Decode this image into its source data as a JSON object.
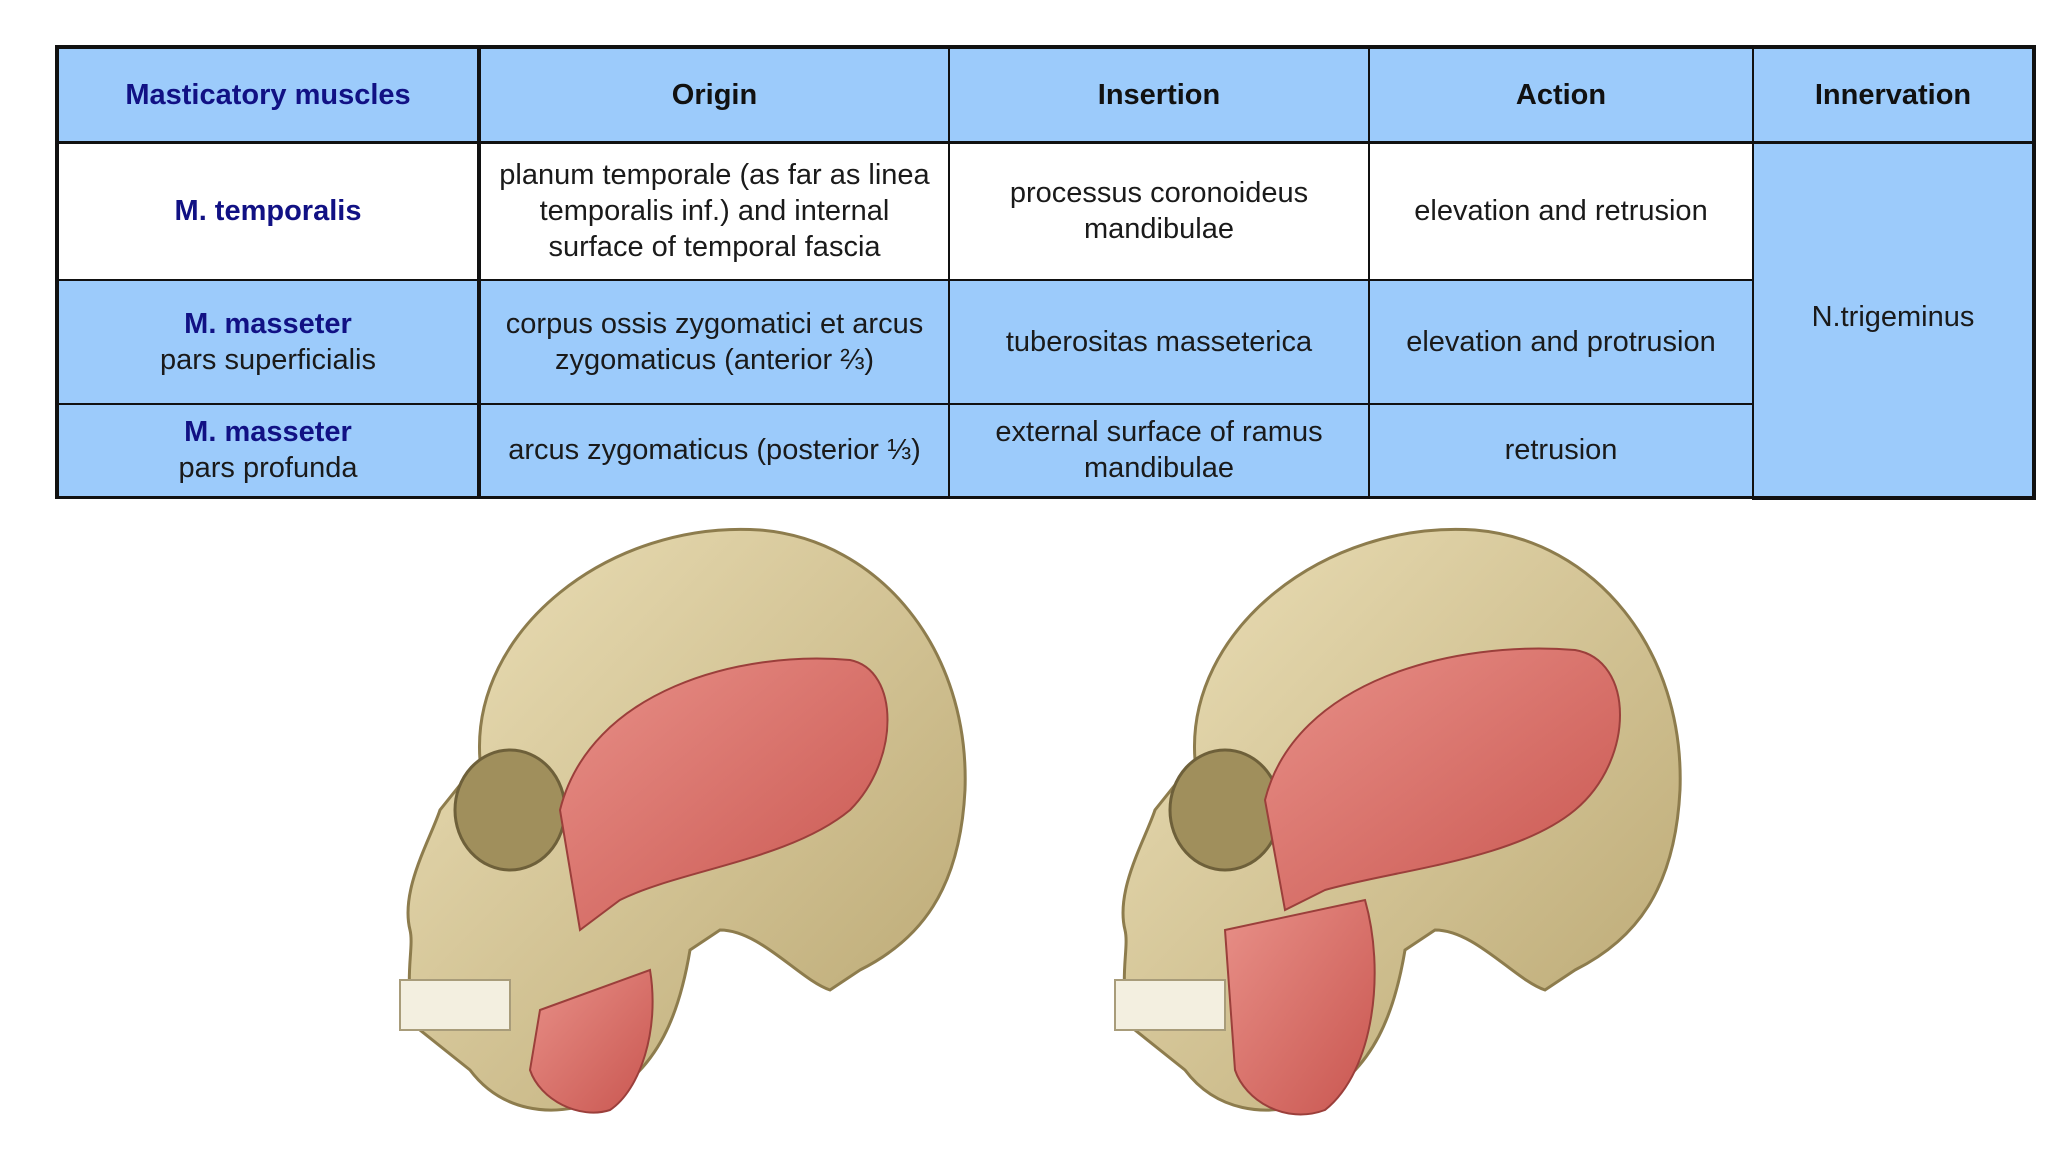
{
  "table": {
    "headers": [
      "Masticatory muscles",
      "Origin",
      "Insertion",
      "Action",
      "Innervation"
    ],
    "rows": [
      {
        "muscle": "M. temporalis",
        "muscle_part": "",
        "origin": "planum temporale  (as far as linea temporalis inf.) and internal surface of temporal fascia",
        "insertion": "processus coronoideus mandibulae",
        "action": "elevation and retrusion"
      },
      {
        "muscle": "M. masseter",
        "muscle_part": "pars superficialis",
        "origin": "corpus ossis zygomatici et arcus zygomaticus (anterior ⅔)",
        "insertion": "tuberositas masseterica",
        "action": "elevation and protrusion"
      },
      {
        "muscle": "M. masseter",
        "muscle_part": "pars profunda",
        "origin": "arcus zygomaticus (posterior ⅓)",
        "insertion": "external surface of ramus mandibulae",
        "action": "retrusion"
      }
    ],
    "innervation": "N.trigeminus"
  },
  "illustrations": [
    {
      "name": "skull-temporalis-deep-masseter"
    },
    {
      "name": "skull-temporalis-superficial-masseter"
    }
  ],
  "colors": {
    "header_blue": "#9ccbfb",
    "muscle_name": "#111184",
    "bone": "#d7c79a",
    "muscle": "#d86b66"
  }
}
